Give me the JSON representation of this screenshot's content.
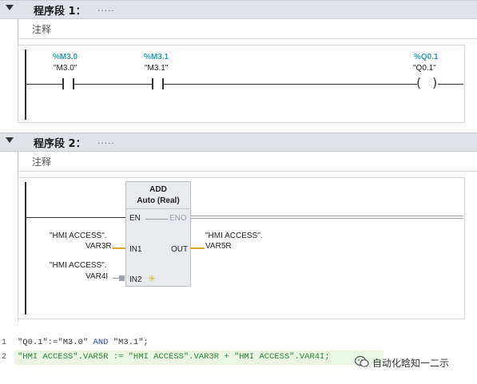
{
  "network1": {
    "title": "程序段 1：",
    "dots": ".....",
    "comment": "注释",
    "contact1": {
      "address": "%M3.0",
      "symbol": "\"M3.0\""
    },
    "contact2": {
      "address": "%M3.1",
      "symbol": "\"M3.1\""
    },
    "coil": {
      "address": "%Q0.1",
      "symbol": "\"Q0.1\""
    }
  },
  "network2": {
    "title": "程序段 2：",
    "dots": ".....",
    "comment": "注释",
    "block": {
      "name": "ADD",
      "type": "Auto (Real)",
      "pins": {
        "en": "EN",
        "eno": "ENO",
        "in1": "IN1",
        "in2": "IN2",
        "out": "OUT"
      }
    },
    "in1_tag": {
      "line1": "\"HMI ACCESS\".",
      "line2": "VAR3R"
    },
    "in2_tag": {
      "line1": "\"HMI ACCESS\".",
      "line2": "VAR4I"
    },
    "out_tag": {
      "line1": "\"HMI ACCESS\".",
      "line2": "VAR5R"
    }
  },
  "code": {
    "lines": [
      {
        "num": "1",
        "a": "\"Q0.1\":=\"M3.0\" ",
        "kw": "AND",
        "b": " \"M3.1\";"
      },
      {
        "num": "2",
        "a": "\"HMI ACCESS\".VAR5R := \"HMI ACCESS\".VAR3R + \"HMI ACCESS\".VAR4I;",
        "kw": "",
        "b": ""
      }
    ]
  },
  "watermark": "自动化晗知一二示",
  "colors": {
    "accent_address": "#2f9ea8",
    "wire_yellow": "#e2a92c",
    "header_bg": "#dfe3e8"
  }
}
